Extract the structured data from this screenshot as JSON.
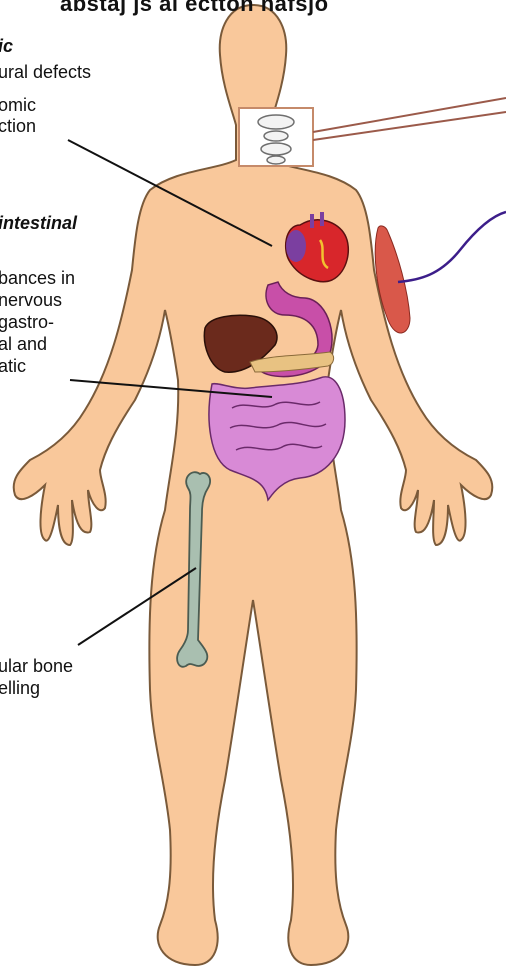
{
  "header": {
    "cut_title": "abstaj js ai ectton nafsjo"
  },
  "labels": {
    "autonomic_heading": "ic",
    "autonomic_line1": "ural defects",
    "autonomic_line2": "omic",
    "autonomic_line3": "ction",
    "gi_heading": "intestinal",
    "gi_line1": "bances in",
    "gi_line2": "nervous",
    "gi_line3": "gastro-",
    "gi_line4": "al and",
    "gi_line5": "atic",
    "bone_line1": "ular bone",
    "bone_line2": "elling"
  },
  "colors": {
    "skin": "#f9c89b",
    "skin_outline": "#7a5a3a",
    "heart_red": "#d8262b",
    "heart_purple": "#7b3fa0",
    "liver": "#6b2a1c",
    "stomach": "#c84fa8",
    "intestine": "#d88ad6",
    "pancreas": "#e8c282",
    "muscle": "#d9584a",
    "bone": "#a9bfb0",
    "nerve_line": "#3c1e8a",
    "vertebra_line": "#9b5a4a"
  }
}
